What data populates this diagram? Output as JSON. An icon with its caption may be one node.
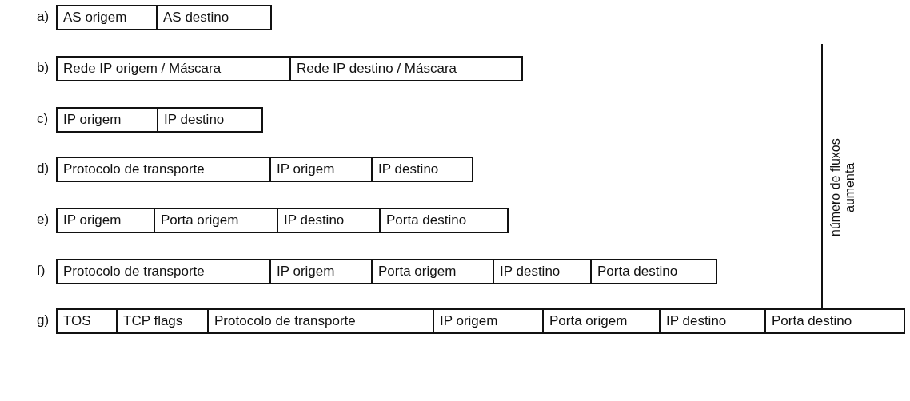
{
  "diagram": {
    "nodes": [
      {
        "text": [
          "AS origem"
        ]
      },
      {
        "text": [
          "AS destino"
        ]
      },
      {
        "text": [
          "Rede IP origem / Máscara"
        ]
      },
      {
        "text": [
          "Rede IP destino / Máscara"
        ]
      },
      {
        "text": [
          "IP origem"
        ]
      },
      {
        "text": [
          "IP destino"
        ]
      },
      {
        "text": [
          "Protocolo de transporte"
        ]
      },
      {
        "text": [
          "IP origem"
        ]
      },
      {
        "text": [
          "IP destino"
        ]
      },
      {
        "text": [
          "IP origem"
        ]
      },
      {
        "text": [
          "Porta origem"
        ]
      },
      {
        "text": [
          "IP destino"
        ]
      },
      {
        "text": [
          "Porta destino"
        ]
      },
      {
        "text": [
          "Protocolo de transporte"
        ]
      },
      {
        "text": [
          "IP origem"
        ]
      },
      {
        "text": [
          "Porta origem"
        ]
      },
      {
        "text": [
          "IP destino"
        ]
      },
      {
        "text": [
          "Porta destino"
        ]
      },
      {
        "text": [
          "TOS"
        ]
      },
      {
        "text": [
          "TCP flags"
        ]
      },
      {
        "text": [
          "Protocolo de transporte"
        ]
      },
      {
        "text": [
          "IP origem"
        ]
      },
      {
        "text": [
          "Porta origem"
        ]
      },
      {
        "text": [
          "IP destino"
        ]
      },
      {
        "text": [
          "Porta destino"
        ]
      }
    ],
    "labels": [
      "a)",
      "b)",
      "c)",
      "d)",
      "e)",
      "f)",
      "g)",
      "número de fluxos aumenta"
    ]
  }
}
